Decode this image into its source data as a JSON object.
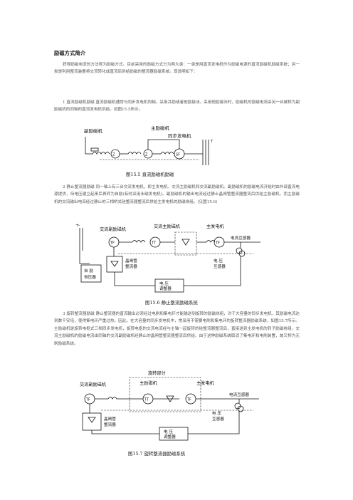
{
  "doc": {
    "heading": "励磁方式简介",
    "intro": "获得励磁电流的方法称为励磁方式。目前采用的励磁方式分为两大类：一类是用直流发电机作为励磁电源的直流励磁机励磁系统；另一类是利用整流装置将交流转化成直流后供给励磁的整流器励磁系统。现说明如下：",
    "section1": "1 直流励磁机励磁 直流励磁机通常与同步发电机同轴，采用并励或者他励接法。采用他励接法时，励磁机的励磁电流由另一台被称为副励磁机的同轴的直流发电机供给。如图15.5所示。",
    "section2": "2 静止整流器励磁 同一轴上有三台交流发电机，即主发电机、交流主励磁机和交流副励磁机。副励磁机的励磁电流开始时由外部直流电源提供，待电压建立起来后再转为自励(有时采用永磁发电机)。副励磁机的输出电流经过静止晶闸管整流器整流后供给主励磁机，而主励磁机的交流输出电流经过静止的三相桥式硅整流器整流后供给主发电机的励磁绕组。(见图15.6)",
    "section3": "3 旋转整流器励磁 静止整流器的直流输出必须经过电刷和集电环才能输送到旋转的励磁绕组，对于大容量的同步发电机，其励磁电流达到数千安培，使得集电环严重过热。因此，在大容量的同步发电机中，常采用不需要电刷和集电环的旋转整流器励磁系统，如图15.7所示。主励磁机是旋转电枢式三相同步发电机，旋转电枢的交流电流经与主轴一起旋转的硅整流器整流后，直接送到主发电机的转子励磁绕组。交流主励磁机的励磁电流由同轴的交流副励磁机经静止的晶闸管整流器整流后供给。由于这种励磁系统取消了集电环和电刷装置，故又称为无刷励磁系统。"
  },
  "fig155": {
    "caption": "图15.5 直流励磁机励磁",
    "label_sub": "副励磁机",
    "label_main": "主励磁机",
    "label_gen": "同步发电机",
    "z1": "Z",
    "z2": "Z",
    "sf": "SF",
    "bar": "T"
  },
  "fig156": {
    "caption": "图15.6 静止整流励磁系统",
    "label_sub": "交流副励磁机",
    "label_main": "交流主励磁机",
    "label_gen": "主发电机",
    "label_ct": "电流互感器",
    "label_thy": "晶闸管\n整流器",
    "label_self": "自励\n恒压器",
    "label_vt": "电 压\n互感器",
    "label_reg": "电 压\n调整器",
    "tf": "TF",
    "tt": "TT",
    "plus": "+",
    "minus": "-"
  },
  "fig157": {
    "caption": "图15.7 旋转整流器励磁系统",
    "label_rot": "旋转部分",
    "label_sub": "交流副励磁机",
    "label_main": "主励磁机",
    "label_gen": "主发电机",
    "label_ct": "电流互感器",
    "label_thy": "晶闸管\n整流器",
    "label_vt": "电 压\n互感器",
    "label_reg": "电 压\n调整器",
    "tf": "TF",
    "tt": "TT"
  }
}
